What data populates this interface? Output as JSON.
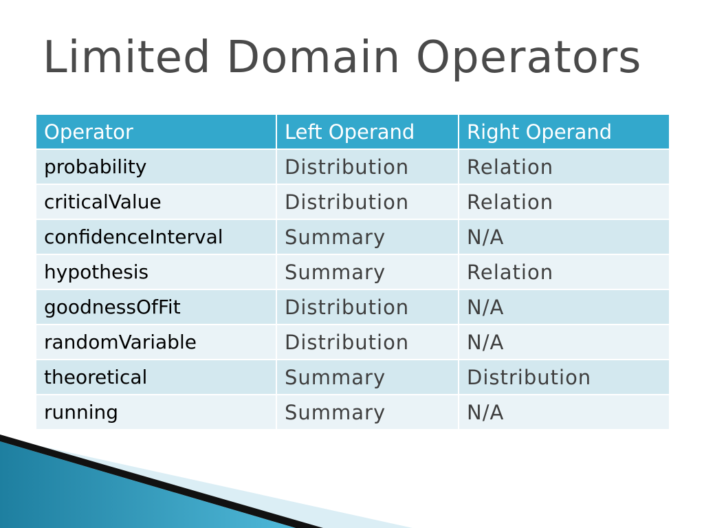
{
  "slide": {
    "title": "Limited Domain Operators"
  },
  "table": {
    "headers": [
      "Operator",
      "Left Operand",
      "Right Operand"
    ],
    "rows": [
      [
        "probability",
        "Distribution",
        "Relation"
      ],
      [
        "criticalValue",
        "Distribution",
        "Relation"
      ],
      [
        "confidenceInterval",
        "Summary",
        "N/A"
      ],
      [
        "hypothesis",
        "Summary",
        "Relation"
      ],
      [
        "goodnessOfFit",
        "Distribution",
        "N/A"
      ],
      [
        "randomVariable",
        "Distribution",
        "N/A"
      ],
      [
        "theoretical",
        "Summary",
        "Distribution"
      ],
      [
        "running",
        "Summary",
        "N/A"
      ]
    ]
  },
  "colors": {
    "header_bg": "#33a8cc",
    "row_odd_bg": "#d3e8ef",
    "row_even_bg": "#eaf3f7",
    "title_text": "#4a4a4a",
    "accent_dark": "#1e7fa0",
    "accent_light": "#4fb8d8"
  }
}
